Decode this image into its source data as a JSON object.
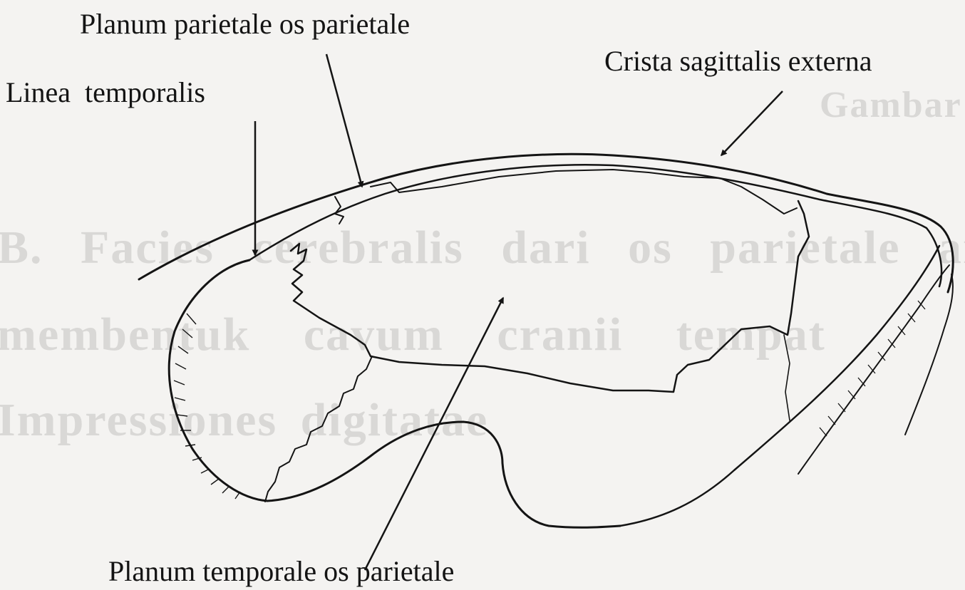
{
  "labels": {
    "planum_parietale": "Planum parietale os parietale",
    "crista_sagittalis": "Crista sagittalis externa",
    "linea_temporalis": "Linea  temporalis",
    "planum_temporale": "Planum temporale os parietale"
  },
  "bleed_through": {
    "line_1": "Gambar",
    "line_2": "B. Facies cerebralis dari os parietale an",
    "line_3": "membentuk cavum cranii tempat",
    "line_4": "Impressiones digitatae"
  },
  "colors": {
    "ink": "#141414",
    "paper": "#f4f3f1",
    "bleed": "#d9d8d6"
  }
}
